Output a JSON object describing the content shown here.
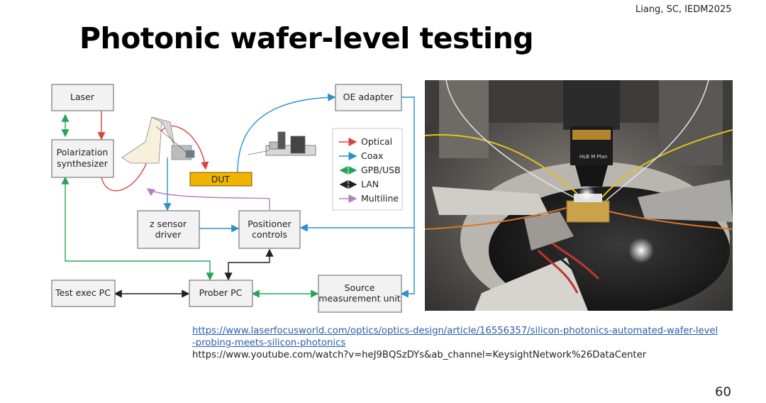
{
  "slide": {
    "citation": "Liang, SC, IEDM2025",
    "title": "Photonic wafer-level testing",
    "page_number": "60"
  },
  "diagram": {
    "boxes": {
      "laser": "Laser",
      "polarization_line1": "Polarization",
      "polarization_line2": "synthesizer",
      "oe_adapter": "OE adapter",
      "dut": "DUT",
      "z_sensor_line1": "z sensor",
      "z_sensor_line2": "driver",
      "positioner_line1": "Positioner",
      "positioner_line2": "controls",
      "test_exec": "Test exec PC",
      "prober": "Prober PC",
      "smu_line1": "Source",
      "smu_line2": "measurement unit"
    },
    "legend": [
      {
        "label": "Optical",
        "color": "#d9443a"
      },
      {
        "label": "Coax",
        "color": "#2f8fce"
      },
      {
        "label": "GPB/USB",
        "color": "#25a55a"
      },
      {
        "label": "LAN",
        "color": "#222222"
      },
      {
        "label": "Multiline",
        "color": "#b57dc2"
      }
    ],
    "box_fill": "#f2f2f2",
    "box_stroke": "#7a7a7a",
    "dut_fill": "#f0b400"
  },
  "links": {
    "url1_line1": "https://www.laserfocusworld.com/optics/optics-design/article/16556357/silicon-photonics-automated-wafer-level",
    "url1_line2": "-probing-meets-silicon-photonics",
    "url2": "https://www.youtube.com/watch?v=heJ9BQSzDYs&ab_channel=KeysightNetwork%26DataCenter"
  },
  "photo": {
    "objective_text": "HLB M Plan"
  }
}
